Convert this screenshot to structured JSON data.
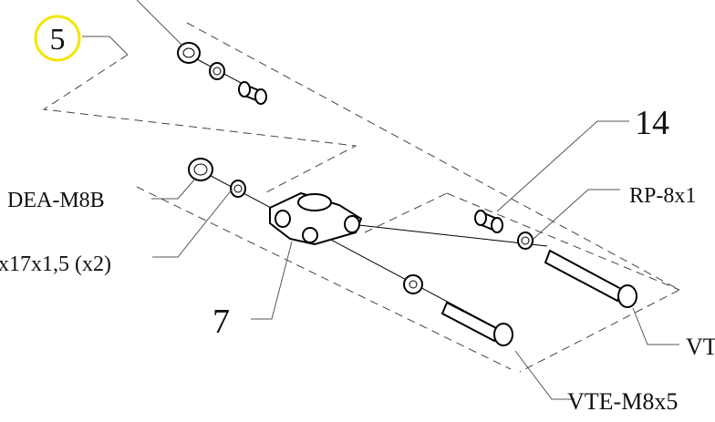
{
  "callout_number": "5",
  "highlight_color": "#f2e600",
  "labels": {
    "nut": "DEA-M8B",
    "washer_left": "x17x1,5 (x2)",
    "clamp": "7",
    "spacer": "14",
    "washer_right": "RP-8x1",
    "bolt_long": "VT",
    "bolt_short": "VTE-M8x5"
  }
}
